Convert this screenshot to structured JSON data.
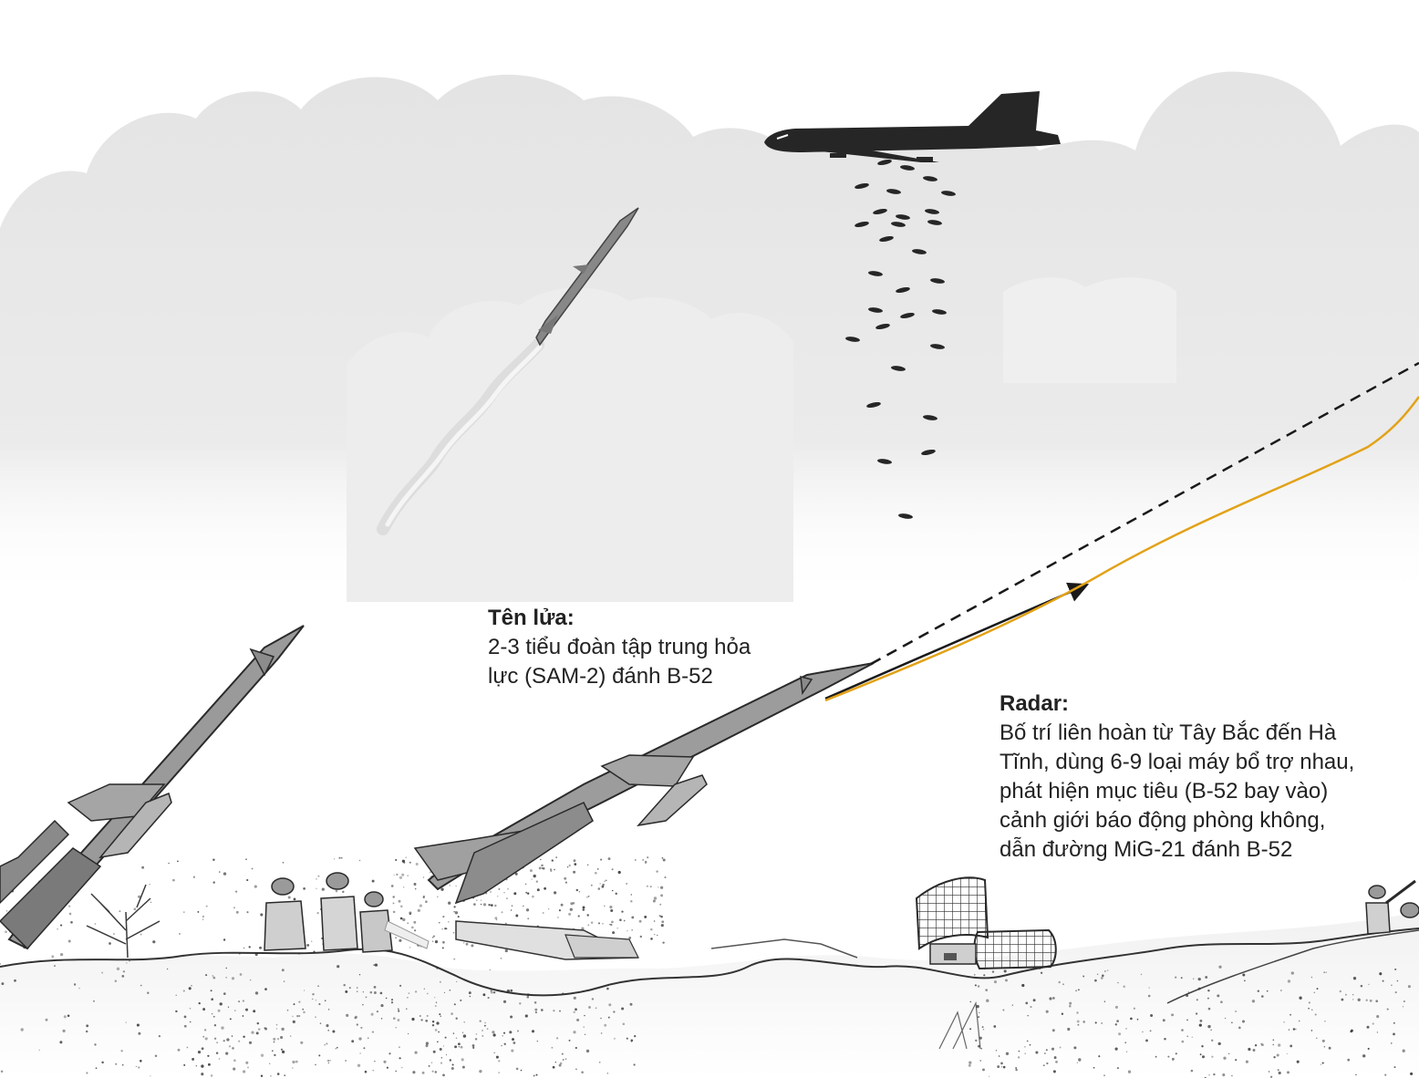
{
  "annotations": {
    "missile": {
      "title": "Tên lửa:",
      "body": "2-3 tiểu đoàn tập trung hỏa\nlực (SAM-2) đánh B-52"
    },
    "radar": {
      "title": "Radar:",
      "body": "Bố trí liên hoàn từ Tây Bắc đến Hà\nTĩnh, dùng 6-9 loại máy bổ trợ nhau,\nphát hiện mục tiêu (B-52 bay vào)\ncảnh giới báo động phòng không,\ndẫn đường MiG-21 đánh B-52"
    }
  },
  "colors": {
    "sky_top": "#ffffff",
    "cloud": "#e6e6e6",
    "cloud_shade": "#d4d4d4",
    "aircraft": "#262626",
    "missile_body": "#9a9a9a",
    "missile_outline": "#2a2a2a",
    "guidance_line": "#e2a218",
    "ground_line": "#333333"
  },
  "icons": {
    "bomber": "b52-bomber-icon",
    "bomb": "bomb-icon",
    "missile": "sam2-missile-icon",
    "radar": "radar-antenna-icon",
    "soldier": "soldier-icon"
  }
}
